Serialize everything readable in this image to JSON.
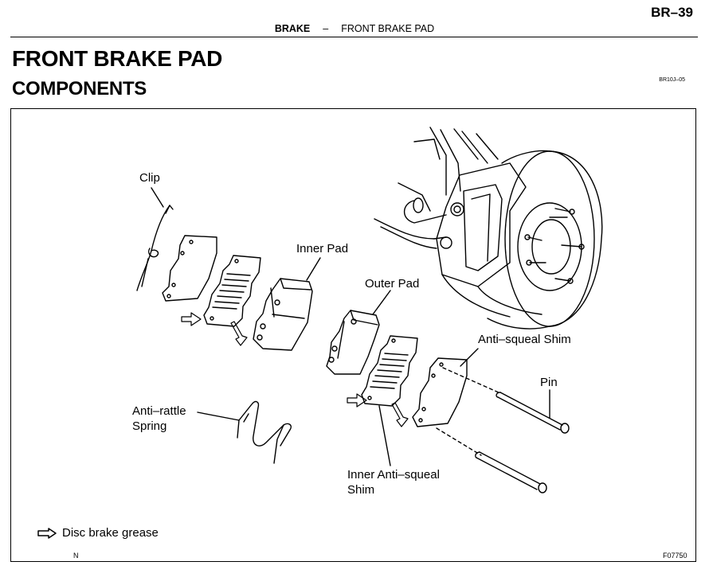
{
  "header": {
    "page_number": "BR–39",
    "section": "BRAKE",
    "separator": "–",
    "topic": "FRONT BRAKE PAD"
  },
  "title": "FRONT BRAKE PAD",
  "subtitle": "COMPONENTS",
  "figure_code": "BR10J–05",
  "labels": {
    "clip": "Clip",
    "inner_pad": "Inner Pad",
    "outer_pad": "Outer Pad",
    "anti_squeal_shim": "Anti–squeal Shim",
    "pin": "Pin",
    "anti_rattle_spring": "Anti–rattle\nSpring",
    "inner_anti_squeal_shim": "Inner Anti–squeal\nShim"
  },
  "legend": {
    "icon": "hollow-arrow-icon",
    "text": "Disc brake grease"
  },
  "footer": {
    "left_mark": "N",
    "figure_number": "F07750"
  }
}
